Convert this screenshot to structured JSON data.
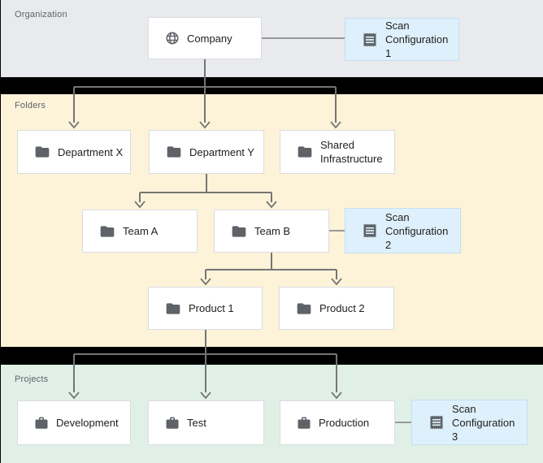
{
  "theme": {
    "org-bg": "#e8eaed",
    "folders-bg": "#fcf3d9",
    "projects-bg": "#e0f0e7",
    "scan-bg": "#def0fb",
    "scan-border": "#c5dff0",
    "node-bg": "#ffffff",
    "node-border": "#dadce0",
    "icon-color": "#5f6368",
    "label-color": "#5f6368",
    "text-color": "#212121",
    "connector-color": "#757575",
    "scan-connector-color": "#999999",
    "separator-color": "#000000"
  },
  "sections": {
    "organization": {
      "label": "Organization"
    },
    "folders": {
      "label": "Folders"
    },
    "projects": {
      "label": "Projects"
    }
  },
  "nodes": {
    "company": {
      "label": "Company",
      "icon": "globe-icon"
    },
    "scan_config_1": {
      "label": "Scan Configuration 1",
      "icon": "receipt-icon"
    },
    "department_x": {
      "label": "Department X",
      "icon": "folder-icon"
    },
    "department_y": {
      "label": "Department Y",
      "icon": "folder-icon"
    },
    "shared_infrastructure": {
      "label": "Shared Infrastructure",
      "icon": "folder-icon"
    },
    "team_a": {
      "label": "Team A",
      "icon": "folder-icon"
    },
    "team_b": {
      "label": "Team B",
      "icon": "folder-icon"
    },
    "scan_config_2": {
      "label": "Scan Configuration 2",
      "icon": "receipt-icon"
    },
    "product_1": {
      "label": "Product 1",
      "icon": "folder-icon"
    },
    "product_2": {
      "label": "Product 2",
      "icon": "folder-icon"
    },
    "development": {
      "label": "Development",
      "icon": "briefcase-icon"
    },
    "test": {
      "label": "Test",
      "icon": "briefcase-icon"
    },
    "production": {
      "label": "Production",
      "icon": "briefcase-icon"
    },
    "scan_config_3": {
      "label": "Scan Configuration 3",
      "icon": "receipt-icon"
    }
  }
}
